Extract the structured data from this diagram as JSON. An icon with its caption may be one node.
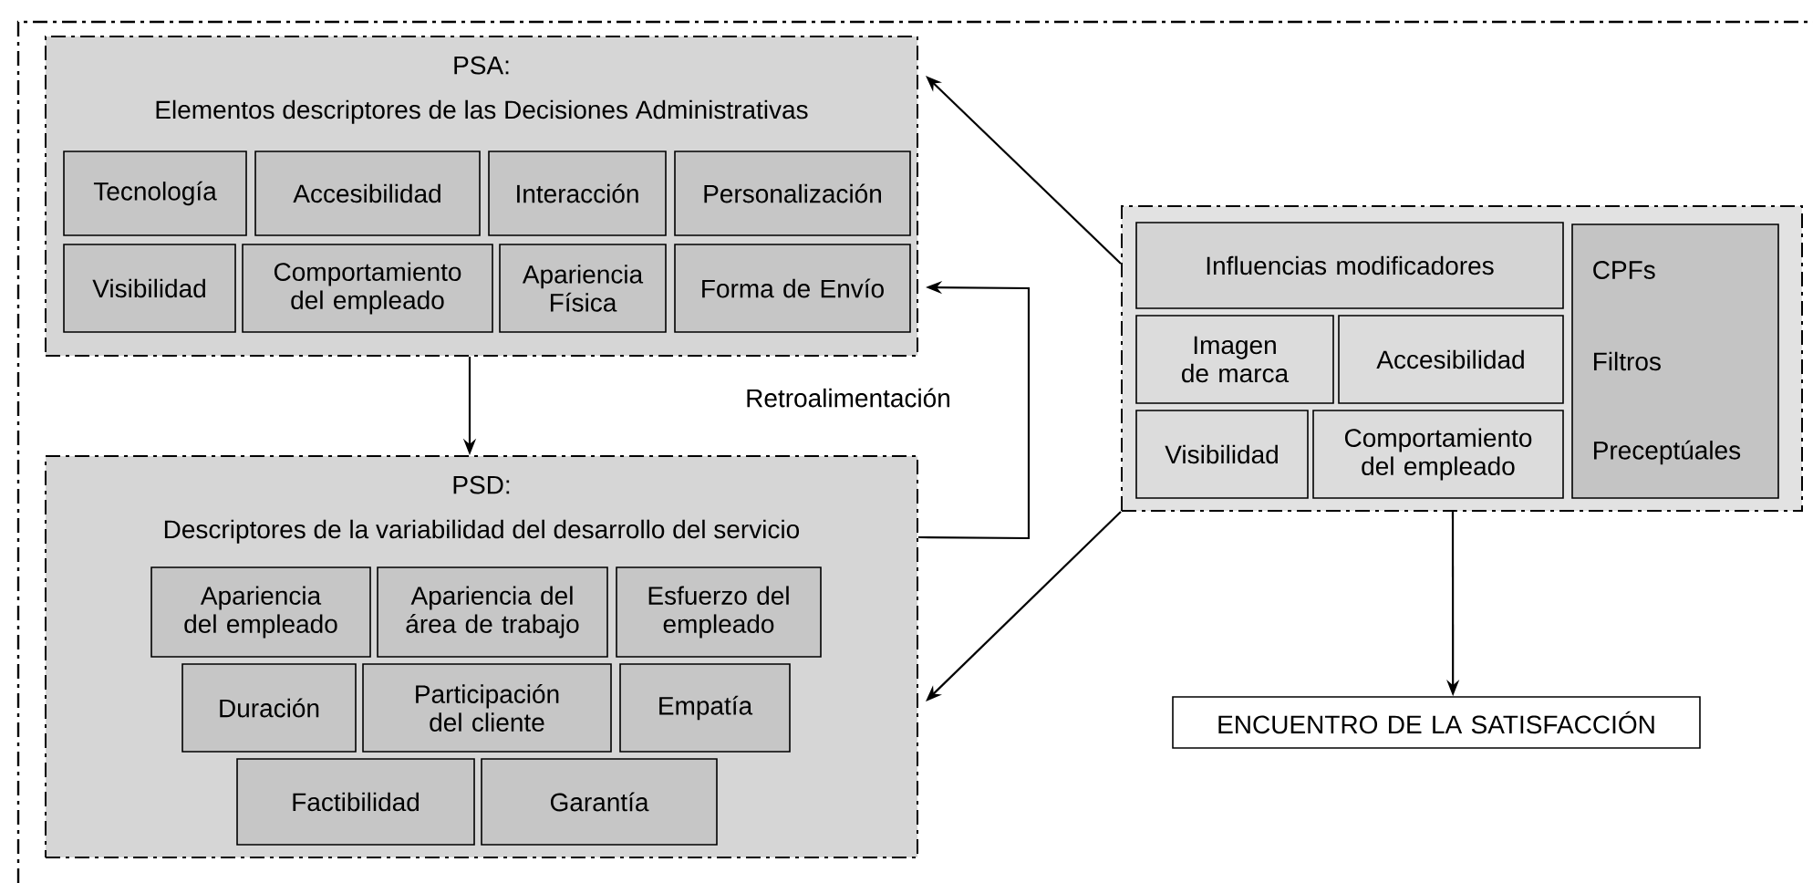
{
  "diagram": {
    "nodes": [
      {
        "text": [
          "PSA:",
          "Elementos descriptores de las Decisiones Administrativas"
        ]
      },
      {
        "text": [
          "Tecnología"
        ],
        "in": 0
      },
      {
        "text": [
          "Accesibilidad"
        ],
        "in": 0
      },
      {
        "text": [
          "Interacción"
        ],
        "in": 0
      },
      {
        "text": [
          "Personalización"
        ],
        "in": 0
      },
      {
        "text": [
          "Visibilidad"
        ],
        "in": 0
      },
      {
        "text": [
          "Comportamiento del empleado"
        ],
        "in": 0
      },
      {
        "text": [
          "Apariencia Física"
        ],
        "in": 0
      },
      {
        "text": [
          "Forma de Envío"
        ],
        "in": 0
      },
      {
        "text": [
          "PSD:",
          "Descriptores de la variabilidad del desarrollo del servicio"
        ]
      },
      {
        "text": [
          "Apariencia del empleado"
        ],
        "in": 9
      },
      {
        "text": [
          "Apariencia del área de trabajo"
        ],
        "in": 9
      },
      {
        "text": [
          "Esfuerzo del empleado"
        ],
        "in": 9
      },
      {
        "text": [
          "Duración"
        ],
        "in": 9
      },
      {
        "text": [
          "Participación del cliente"
        ],
        "in": 9
      },
      {
        "text": [
          "Empatía"
        ],
        "in": 9
      },
      {
        "text": [
          "Factibilidad"
        ],
        "in": 9
      },
      {
        "text": [
          "Garantía"
        ],
        "in": 9
      },
      {
        "text": [],
        "shape": "box"
      },
      {
        "text": [
          "Influencias modificadores"
        ],
        "in": 18
      },
      {
        "text": [
          "Imagen de marca"
        ],
        "in": 18
      },
      {
        "text": [
          "Accesibilidad"
        ],
        "in": 18
      },
      {
        "text": [
          "Visibilidad"
        ],
        "in": 18
      },
      {
        "text": [
          "Comportamiento del empleado"
        ],
        "in": 18
      },
      {
        "text": [
          "CPFs",
          "Filtros",
          "Preceptúales"
        ],
        "in": 18
      },
      {
        "text": [
          "ENCUENTRO DE LA SATISFACCIÓN"
        ]
      }
    ],
    "edges": [
      {
        "from": 18,
        "to": 0,
        "arrow": "to"
      },
      {
        "from": 18,
        "to": 9,
        "arrow": "to"
      },
      {
        "from": 18,
        "to": 25,
        "arrow": "to"
      },
      {
        "from": 0,
        "to": 9,
        "arrow": "to"
      },
      {
        "from": 9,
        "to": 0,
        "arrow": "to",
        "label": "Retroalimentación"
      }
    ]
  }
}
